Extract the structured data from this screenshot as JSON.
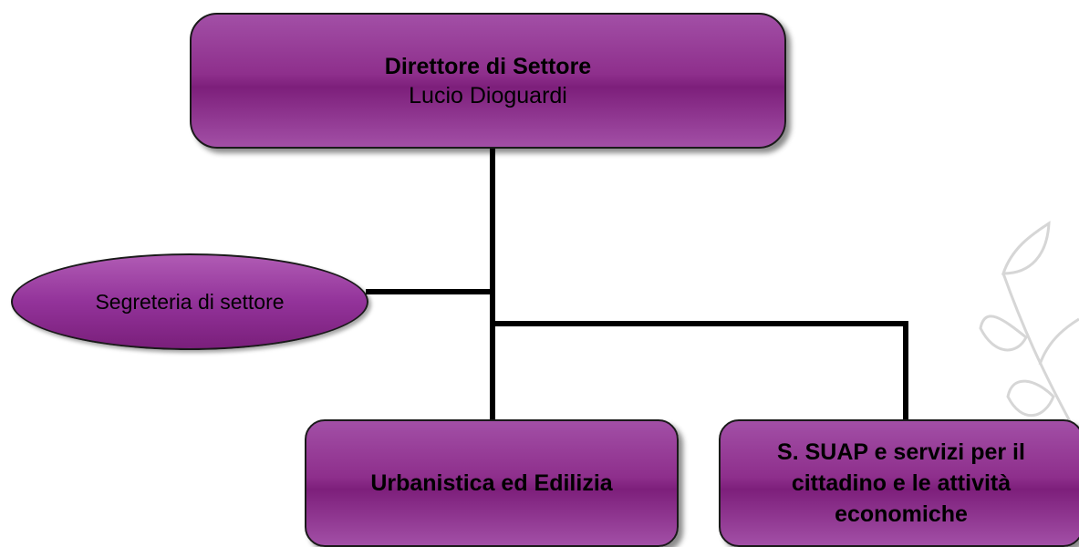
{
  "director": {
    "title": "Direttore di Settore",
    "name": "Lucio Dioguardi"
  },
  "secretariat": {
    "label": "Segreteria di settore"
  },
  "units": [
    {
      "label": "Urbanistica ed Edilizia"
    },
    {
      "label_lines": [
        "S. SUAP e servizi per il",
        "cittadino e le attività",
        "economiche"
      ]
    }
  ],
  "colors": {
    "box_fill": "#8e2f8c",
    "connector": "#000000",
    "decoration": "#d9d9d9"
  }
}
